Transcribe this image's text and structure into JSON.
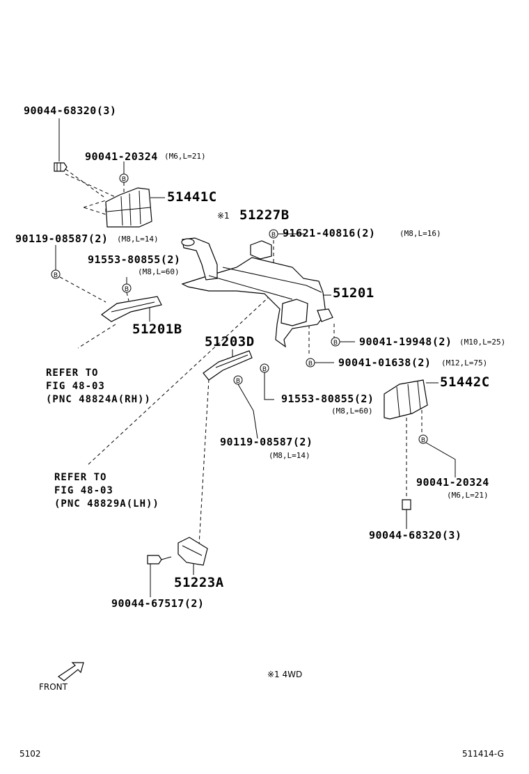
{
  "labels": {
    "bolt_l": "90044-68320(3)",
    "screw_l": "90041-20324",
    "screw_l_spec": "(M6,L=21)",
    "cover_l": "51441C",
    "note_mark": "※1",
    "bracket_51227b": "51227B",
    "bolt_91621": "91621-40816(2)",
    "bolt_91621_spec": "(M8,L=16)",
    "bolt_90119_l": "90119-08587(2)",
    "bolt_90119_l_spec": "(M8,L=14)",
    "bolt_91553_l": "91553-80855(2)",
    "bolt_91553_l_spec": "(M8,L=60)",
    "crossmember": "51201",
    "bracket_51201b": "51201B",
    "bolt_90041_19948": "90041-19948(2)",
    "bolt_90041_19948_spec": "(M10,L=25)",
    "bracket_51203d": "51203D",
    "bolt_90041_01638": "90041-01638(2)",
    "bolt_90041_01638_spec": "(M12,L=75)",
    "refer_rh_1": "REFER TO",
    "refer_rh_2": "FIG 48-03",
    "refer_rh_3": "(PNC 48824A(RH))",
    "cover_r": "51442C",
    "bolt_91553_r": "91553-80855(2)",
    "bolt_91553_r_spec": "(M8,L=60)",
    "bolt_90119_r": "90119-08587(2)",
    "bolt_90119_r_spec": "(M8,L=14)",
    "refer_lh_1": "REFER TO",
    "refer_lh_2": "FIG 48-03",
    "refer_lh_3": "(PNC 48829A(LH))",
    "screw_r": "90041-20324",
    "screw_r_spec": "(M6,L=21)",
    "bolt_r": "90044-68320(3)",
    "plate_51223a": "51223A",
    "bolt_90044_67517": "90044-67517(2)",
    "note_4wd": "※1 4WD",
    "front": "FRONT",
    "page_code": "5102",
    "figure_code": "511414-G",
    "b_marker": "B"
  }
}
